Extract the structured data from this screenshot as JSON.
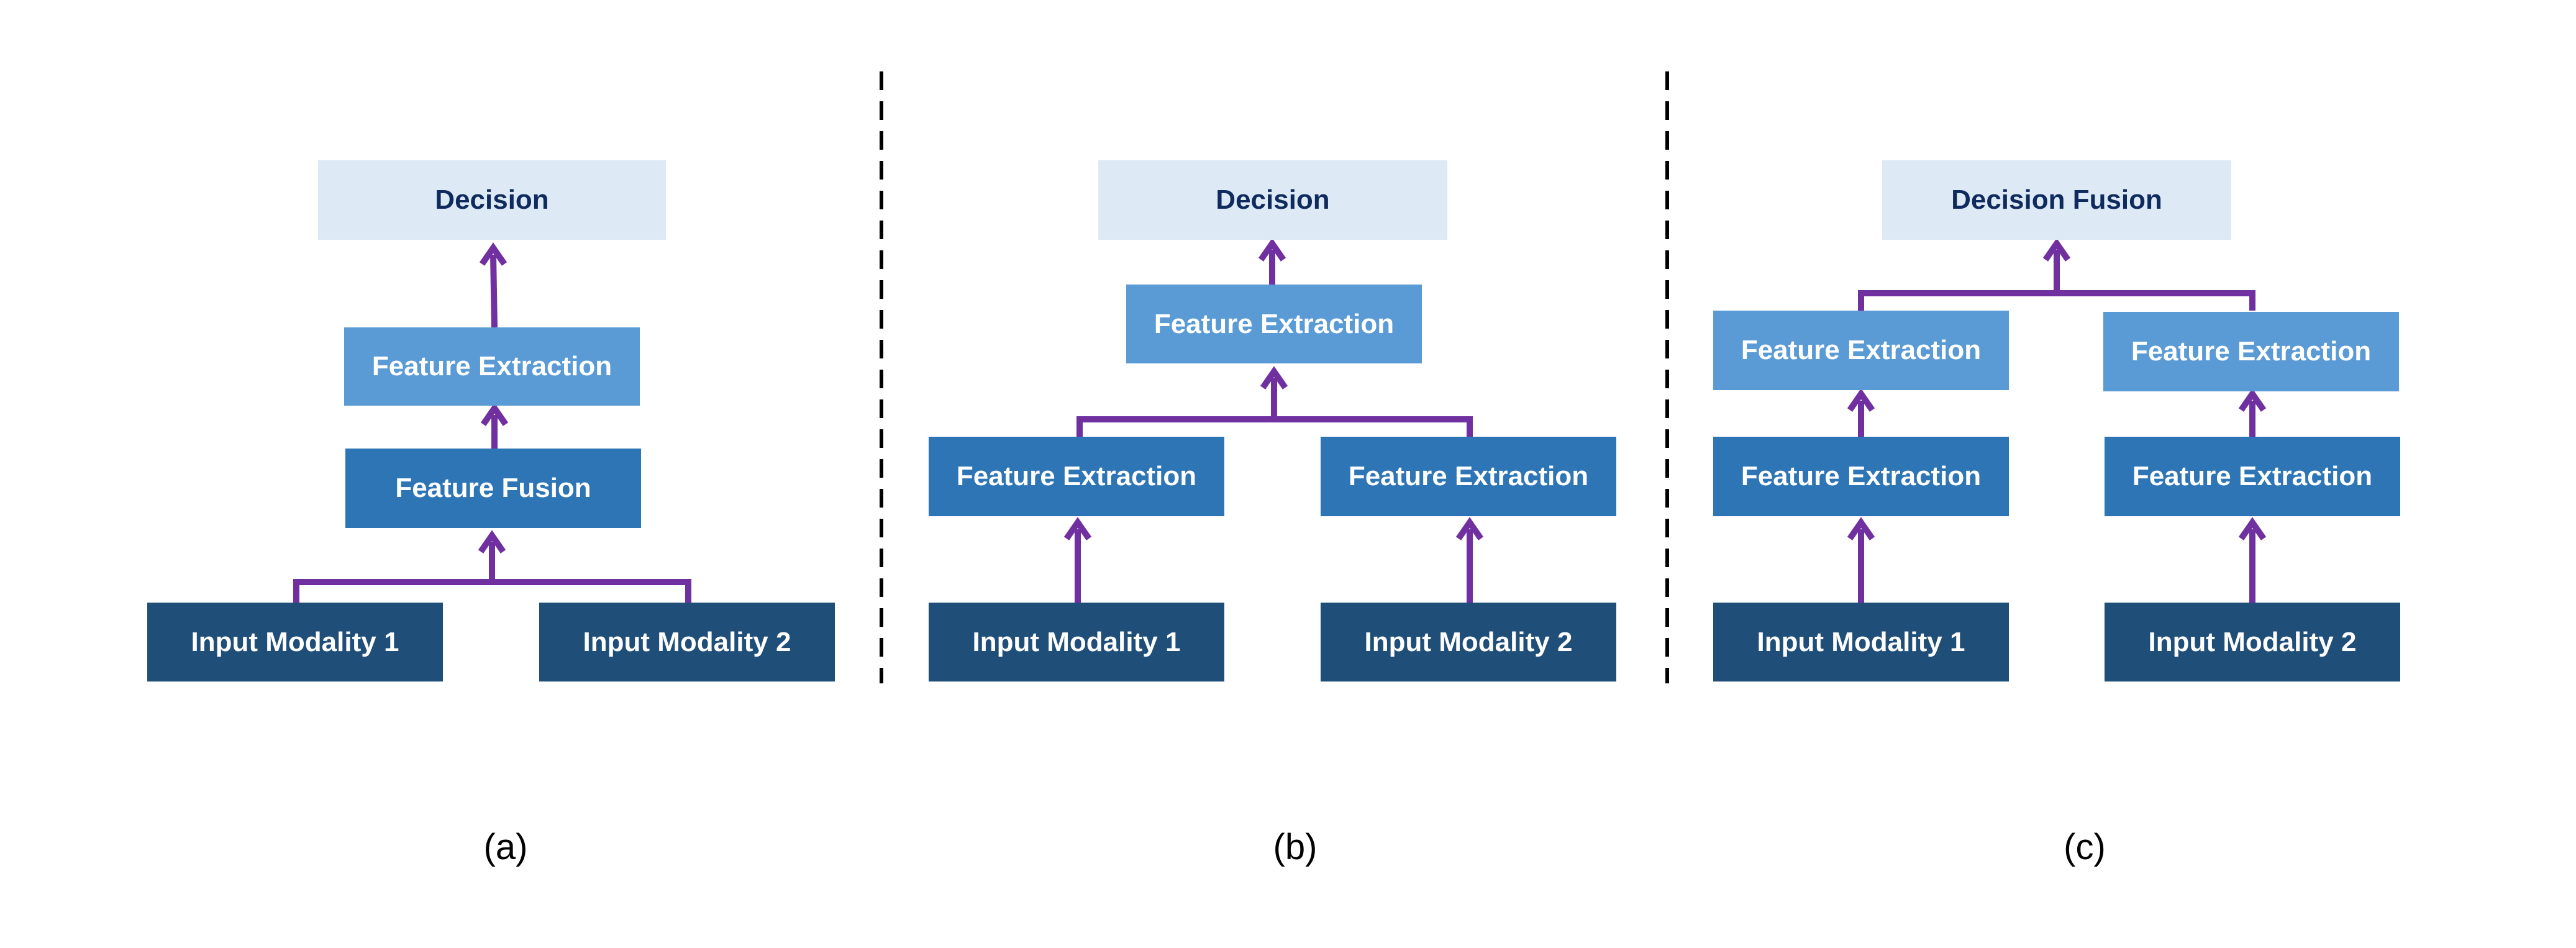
{
  "colors": {
    "arrow": "#7030a0",
    "decision_bg": "#dee9f6",
    "decision_text": "#0f2a5c",
    "extraction_bg": "#5b9bd5",
    "fusion_bg": "#2e75b6",
    "input_bg": "#1f4e79",
    "divider": "#000000"
  },
  "panels": [
    {
      "caption": "(a)",
      "decision": "Decision",
      "feature_extraction": "Feature Extraction",
      "feature_fusion": "Feature Fusion",
      "input_1": "Input Modality 1",
      "input_2": "Input Modality 2"
    },
    {
      "caption": "(b)",
      "decision": "Decision",
      "feature_extraction_top": "Feature Extraction",
      "feature_extraction_1": "Feature Extraction",
      "feature_extraction_2": "Feature Extraction",
      "input_1": "Input Modality 1",
      "input_2": "Input Modality 2"
    },
    {
      "caption": "(c)",
      "decision": "Decision Fusion",
      "feature_extraction_1_upper": "Feature Extraction",
      "feature_extraction_2_upper": "Feature Extraction",
      "feature_extraction_1_lower": "Feature Extraction",
      "feature_extraction_2_lower": "Feature Extraction",
      "input_1": "Input Modality 1",
      "input_2": "Input Modality 2"
    }
  ]
}
